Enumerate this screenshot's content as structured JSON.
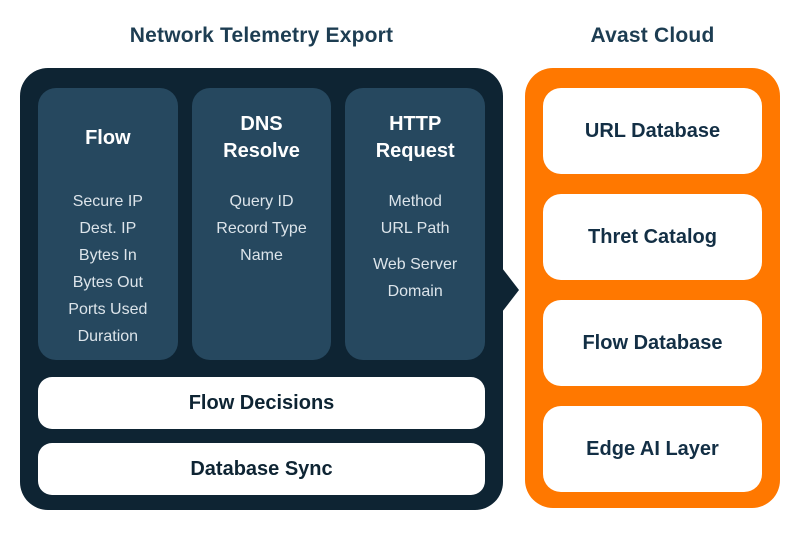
{
  "colors": {
    "panel_dark": "#0e2433",
    "column_fill": "#26485f",
    "accent_orange": "#ff7800",
    "bar_background": "#ffffff",
    "title_text": "#1d3d52",
    "item_text": "#dce4ea",
    "card_text": "#132f45"
  },
  "left_section": {
    "title": "Network Telemetry Export",
    "columns": [
      {
        "heading": "Flow",
        "items": [
          "Secure IP",
          "Dest. IP",
          "Bytes In",
          "Bytes Out",
          "Ports Used",
          "Duration"
        ]
      },
      {
        "heading": "DNS Resolve",
        "items": [
          "Query ID",
          "Record Type",
          "Name"
        ]
      },
      {
        "heading": "HTTP Request",
        "items": [
          "Method",
          "URL Path",
          "Web Server Domain"
        ]
      }
    ],
    "bars": [
      {
        "label": "Flow Decisions"
      },
      {
        "label": "Database Sync"
      }
    ]
  },
  "right_section": {
    "title": "Avast Cloud",
    "cards": [
      {
        "label": "URL Database"
      },
      {
        "label": "Thret Catalog"
      },
      {
        "label": "Flow Database"
      },
      {
        "label": "Edge AI Layer"
      }
    ]
  }
}
